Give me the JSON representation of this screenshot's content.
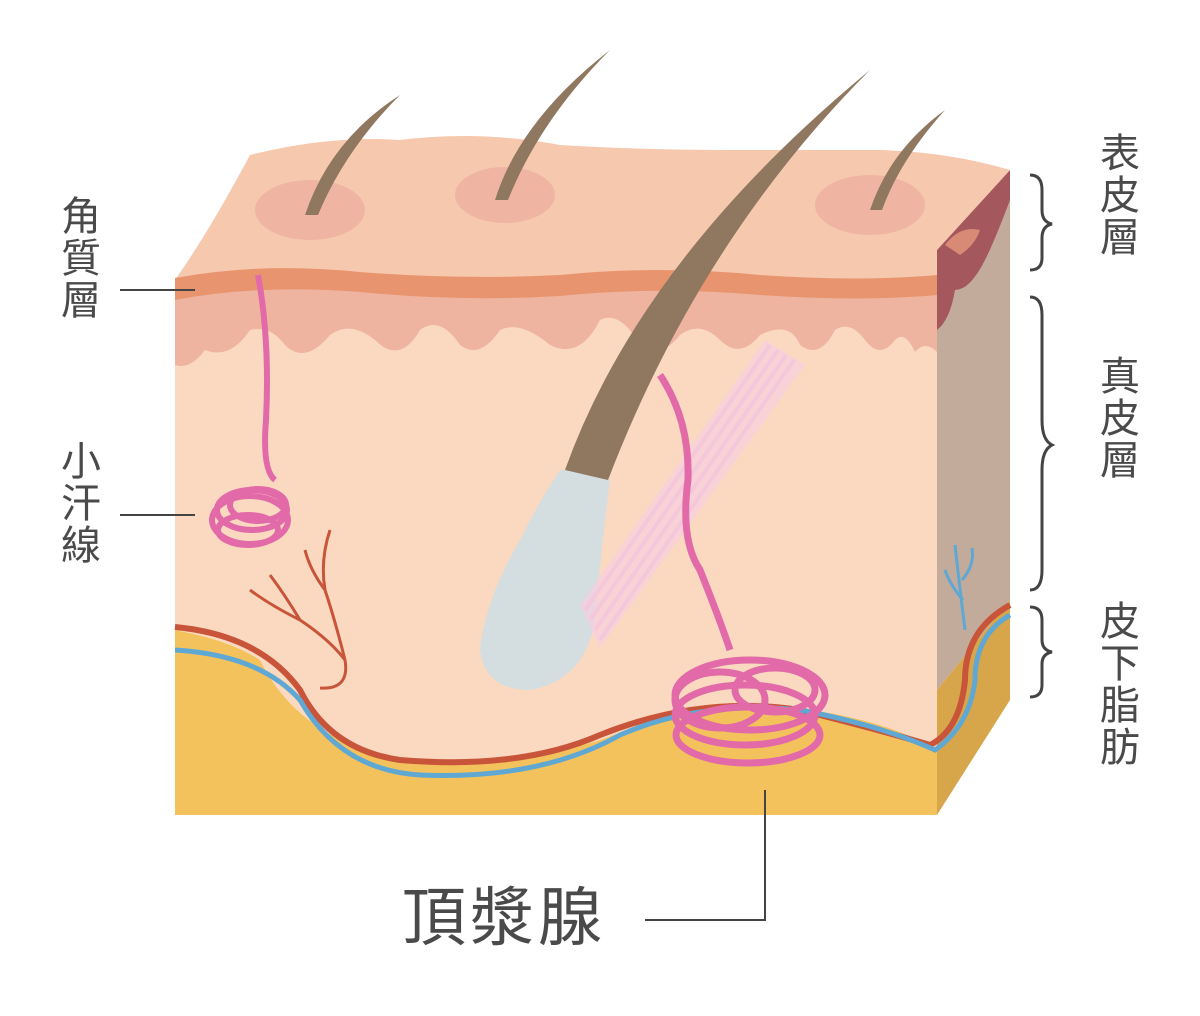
{
  "labels": {
    "stratum_corneum": "角質層",
    "eccrine_gland": "小汗線",
    "apocrine_gland": "頂漿腺",
    "epidermis": "表皮層",
    "dermis": "真皮層",
    "subcutaneous_fat": "皮下脂肪"
  },
  "colors": {
    "epidermis_top": "#f6c8ae",
    "stratum": "#e8956f",
    "dermis_upper": "#eeb4a0",
    "dermis": "#fad9c0",
    "fat": "#f4c25c",
    "hair": "#8f7760",
    "follicle": "#d4dde0",
    "gland": "#e26aa8",
    "artery": "#c8553a",
    "vein": "#5fa8d4",
    "side_face": "#c3ab9c",
    "line": "#444444"
  }
}
